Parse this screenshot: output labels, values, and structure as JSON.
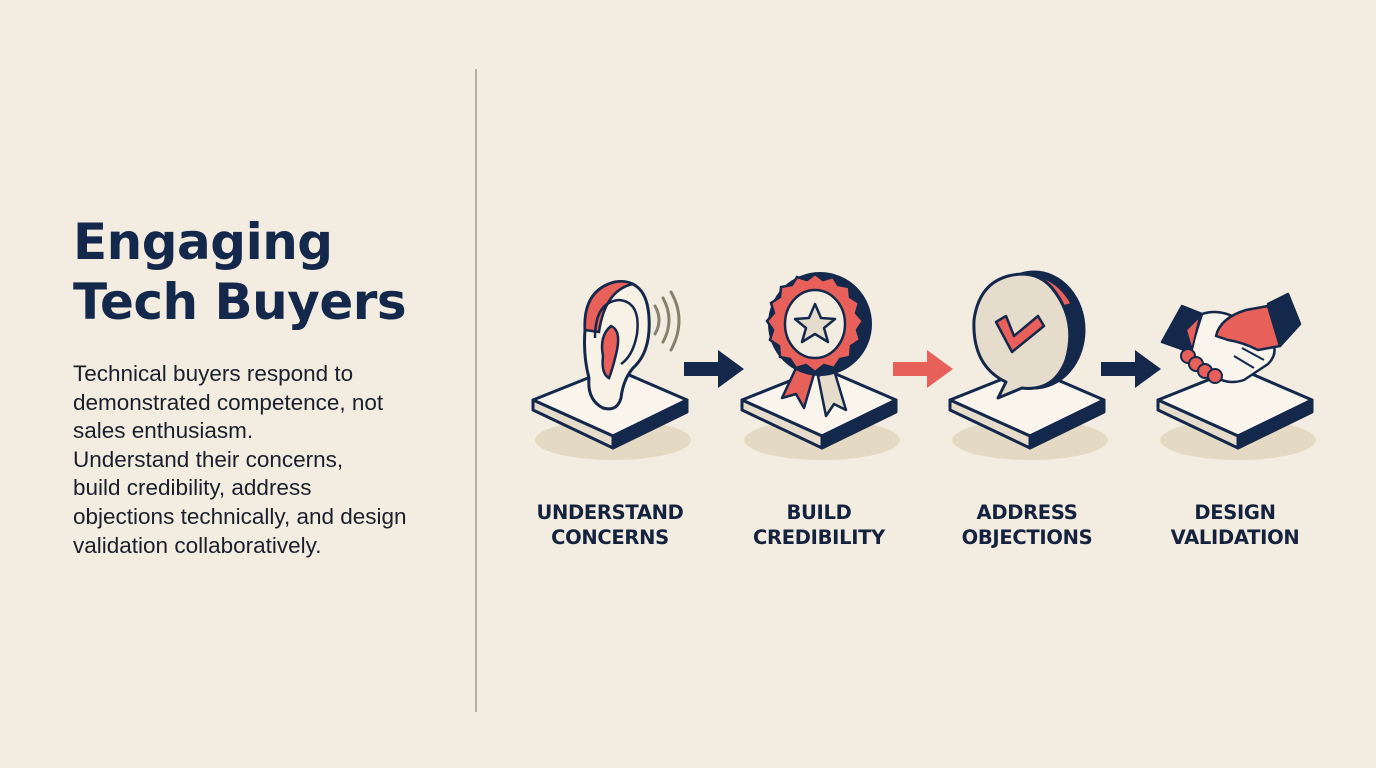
{
  "slide": {
    "title_lines": [
      "Engaging",
      "Tech Buyers"
    ],
    "body_lines": [
      "Technical buyers respond to",
      "demonstrated competence, not",
      "sales enthusiasm.",
      "Understand their concerns,",
      "build credibility, address",
      "objections technically, and design",
      "validation collaboratively."
    ]
  },
  "colors": {
    "background": "#f3ede1",
    "navy": "#14284b",
    "coral": "#e8605a",
    "cream": "#e6dccb",
    "divider": "#b7b09e"
  },
  "steps": [
    {
      "icon": "ear-icon",
      "label_lines": [
        "UNDERSTAND",
        "CONCERNS"
      ]
    },
    {
      "icon": "award-ribbon-icon",
      "label_lines": [
        "BUILD",
        "CREDIBILITY"
      ]
    },
    {
      "icon": "checkmark-speech-bubble-icon",
      "label_lines": [
        "ADDRESS",
        "OBJECTIONS"
      ]
    },
    {
      "icon": "handshake-icon",
      "label_lines": [
        "DESIGN",
        "VALIDATION"
      ]
    }
  ],
  "arrows": [
    {
      "color": "navy"
    },
    {
      "color": "coral"
    },
    {
      "color": "navy"
    }
  ]
}
